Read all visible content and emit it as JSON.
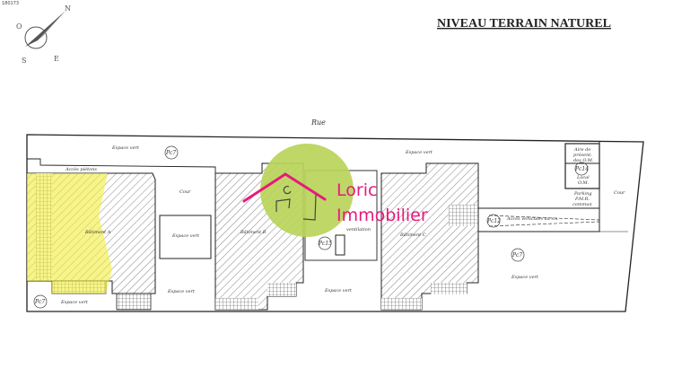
{
  "corner_code": "180173",
  "title": "NIVEAU TERRAIN NATUREL",
  "compass": {
    "north": "N",
    "east": "E",
    "south": "S",
    "west": "O"
  },
  "street": "Rue",
  "labels": {
    "espace_vert_top_left": "Espace vert",
    "espace_vert_top_right": "Espace vert",
    "acces_pietons": "Accès piétons",
    "batiment_a": "Bâtiment A",
    "batiment_b": "Bâtiment B",
    "batiment_c": "Bâtiment C",
    "cour_left": "Cour",
    "cour_right": "Cour",
    "espace_vert_court": "Espace vert",
    "espace_vert_bottom_left": "Espace vert",
    "espace_vert_bottom_mid1": "Espace vert",
    "espace_vert_bottom_mid2": "Espace vert",
    "espace_vert_right": "Espace vert",
    "aire_om": [
      "Aire de",
      "présent.",
      "des O.M."
    ],
    "local_om": [
      "Local",
      "O.M."
    ],
    "parking_pmr": [
      "Parking",
      "P.M.R.",
      "commun"
    ],
    "acces_vehicules": "Accès véhicules au s.s.",
    "ventilation": "ventilation"
  },
  "refs": {
    "pc7_top": "Pc7",
    "pc7_bottom": "Pc7",
    "pc7_right": "Pc7",
    "pc14": "Pc14",
    "pc15": "Pc15",
    "pc12": "Pc12"
  },
  "logo": {
    "line1": "Loric",
    "line2": "Immobilier",
    "circle_color": "#b8d45a",
    "text_color": "#e8197d"
  },
  "highlight_color": "#f2ec3a"
}
